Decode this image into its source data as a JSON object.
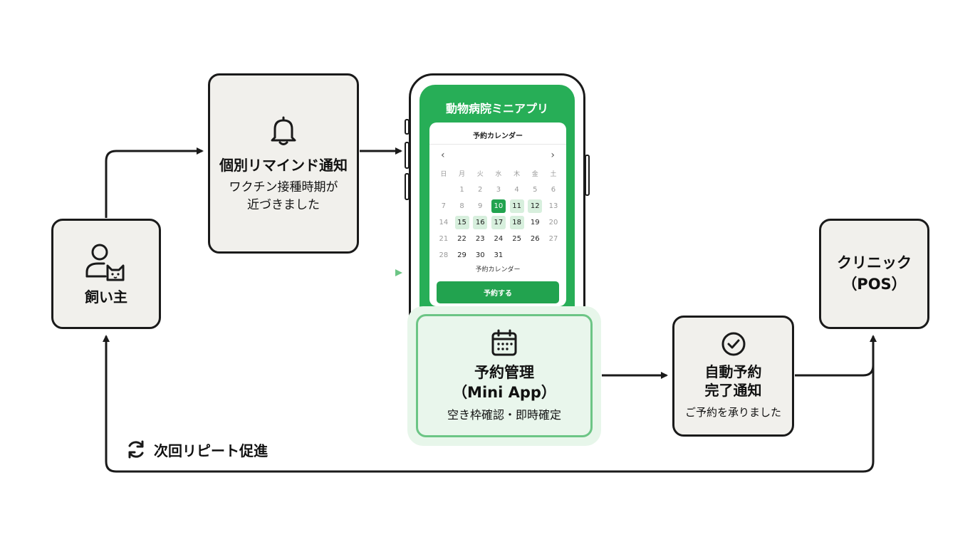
{
  "owner": {
    "title": "飼い主",
    "icon": "person-with-cat-icon"
  },
  "reminder": {
    "title": "個別リマインド通知",
    "body": "ワクチン接種時期が\n近づきました",
    "icon": "bell-icon"
  },
  "phone": {
    "app_title": "動物病院ミニアプリ",
    "calendar": {
      "title": "予約カレンダー",
      "prev": "‹",
      "next": "›",
      "weekdays": [
        "日",
        "月",
        "火",
        "水",
        "木",
        "金",
        "土"
      ],
      "days": [
        {
          "d": "",
          "s": ""
        },
        {
          "d": "1",
          "s": "muted"
        },
        {
          "d": "2",
          "s": "muted"
        },
        {
          "d": "3",
          "s": "muted"
        },
        {
          "d": "4",
          "s": "muted"
        },
        {
          "d": "5",
          "s": "muted"
        },
        {
          "d": "6",
          "s": "muted"
        },
        {
          "d": "7",
          "s": "muted"
        },
        {
          "d": "8",
          "s": "muted"
        },
        {
          "d": "9",
          "s": "muted"
        },
        {
          "d": "10",
          "s": "sel"
        },
        {
          "d": "11",
          "s": "avail"
        },
        {
          "d": "12",
          "s": "avail"
        },
        {
          "d": "13",
          "s": "muted"
        },
        {
          "d": "14",
          "s": "muted"
        },
        {
          "d": "15",
          "s": "avail"
        },
        {
          "d": "16",
          "s": "avail"
        },
        {
          "d": "17",
          "s": "avail"
        },
        {
          "d": "18",
          "s": "avail"
        },
        {
          "d": "19",
          "s": ""
        },
        {
          "d": "20",
          "s": "muted"
        },
        {
          "d": "21",
          "s": "muted"
        },
        {
          "d": "22",
          "s": ""
        },
        {
          "d": "23",
          "s": ""
        },
        {
          "d": "24",
          "s": ""
        },
        {
          "d": "25",
          "s": ""
        },
        {
          "d": "26",
          "s": ""
        },
        {
          "d": "27",
          "s": "muted"
        },
        {
          "d": "28",
          "s": "muted"
        },
        {
          "d": "29",
          "s": ""
        },
        {
          "d": "30",
          "s": ""
        },
        {
          "d": "31",
          "s": ""
        }
      ],
      "footer": "予約カレンダー",
      "button": "予約する"
    }
  },
  "miniapp": {
    "title": "予約管理\n（Mini App）",
    "body": "空き枠確認・即時確定",
    "icon": "calendar-icon"
  },
  "notify": {
    "title": "自動予約\n完了通知",
    "body": "ご予約を承りました",
    "icon": "check-circle-icon"
  },
  "clinic": {
    "title": "クリニック\n（POS）"
  },
  "repeat": {
    "label": "次回リピート促進",
    "icon": "refresh-icon"
  },
  "colors": {
    "accent_green": "#27ae57",
    "highlight_green": "#e9f6ec",
    "box_fill": "#f1f0ec",
    "stroke": "#1a1a1a"
  }
}
